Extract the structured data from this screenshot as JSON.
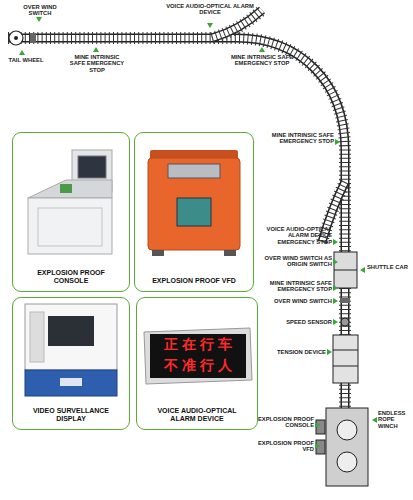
{
  "diagram": {
    "nodes": [
      {
        "text": [
          "EXPLOSION PROOF CONSOLE"
        ]
      },
      {
        "text": [
          "EXPLOSION PROOF VFD"
        ]
      },
      {
        "text": [
          "VIDEO SURVELLANCE DISPLAY"
        ]
      },
      {
        "text": [
          "VOICE AUDIO-OPTICAL ALARM DEVICE"
        ]
      }
    ],
    "labels": [
      "OVER WIND SWITCH",
      "VOICE AUDIO-OPTICAL ALARM DEVICE",
      "TAIL WHEEL",
      "MINE INTRINSIC SAFE EMERGENCY STOP",
      "MINE INTRINSIC SAFE EMERGENCY STOP",
      "MINE INTRINSIC SAFE EMERGENCY STOP",
      "VOICE AUDIO-OPTICAL ALARM DEVICE EMERGENCY STOP",
      "OVER WIND SWITCH AS ORIGIN SWITCH",
      "SHUTTLE CAR",
      "MINE INTRINSIC SAFE EMERGENCY STOP",
      "OVER WIND SWITCH",
      "SPEED SENSOR",
      "TENSION DEVICE",
      "EXPLOSION PROOF CONSOLE",
      "ENDLESS ROPE WINCH",
      "EXPLOSION PROOF VFD",
      "正 在 行 车",
      "不 准 行 人"
    ]
  }
}
